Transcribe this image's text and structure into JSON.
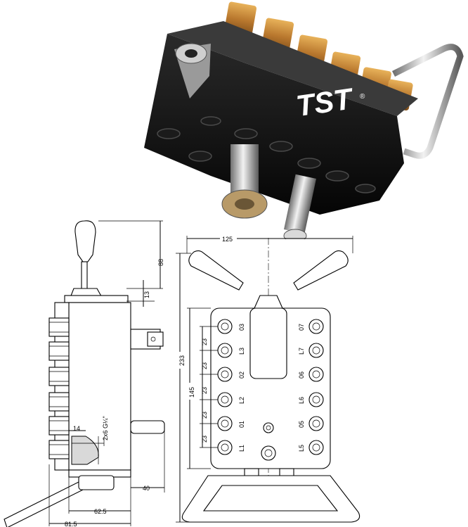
{
  "photo": {
    "brand_logo": "TST",
    "registered_mark": "®"
  },
  "drawing": {
    "side_view": {
      "dim_top": "88",
      "dim_plate": "13",
      "dim_thread_depth": "14",
      "thread_spec": "2x6 G¼\"",
      "dim_pin": "40",
      "dim_base": "62.5",
      "dim_total": "81.5"
    },
    "front_view": {
      "dim_width": "125",
      "dim_height": "233",
      "dim_body": "145",
      "dim_pitch": "23",
      "ports_left": [
        "03",
        "L3",
        "02",
        "L2",
        "01",
        "L1"
      ],
      "ports_right": [
        "07",
        "L7",
        "06",
        "L6",
        "05",
        "L5"
      ]
    }
  }
}
